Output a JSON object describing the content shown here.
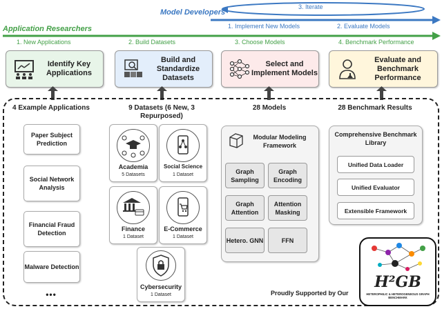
{
  "roles": {
    "developers": "Model Developers",
    "researchers": "Application Researchers"
  },
  "iterate": "3. Iterate",
  "steps": {
    "new_apps": "1. New Applications",
    "build": "2. Build Datasets",
    "choose": "3. Choose Models",
    "perf": "4. Benchmark Performance",
    "implement": "1. Implement New Models",
    "evaluate": "2. Evaluate Models"
  },
  "phases": [
    {
      "label": "Identify Key Applications",
      "color": "#e8f5e9"
    },
    {
      "label": "Build and Standardize Datasets",
      "color": "#e3eefb"
    },
    {
      "label": "Select and Implement Models",
      "color": "#fdeaea"
    },
    {
      "label": "Evaluate and Benchmark Performance",
      "color": "#fff6dc"
    }
  ],
  "applications": {
    "header": "4 Example Applications",
    "items": [
      "Paper Subject Prediction",
      "Social Network Analysis",
      "Financial Fraud Detection",
      "Malware Detection"
    ],
    "more": "•••"
  },
  "datasets": {
    "header": "9 Datasets (6 New, 3 Repurposed)",
    "items": [
      {
        "name": "Academia",
        "count": "5 Datasets"
      },
      {
        "name": "Social Science",
        "count": "1 Dataset"
      },
      {
        "name": "Finance",
        "count": "1 Dataset"
      },
      {
        "name": "E-Commerce",
        "count": "1 Dataset"
      },
      {
        "name": "Cybersecurity",
        "count": "1 Dataset"
      }
    ]
  },
  "models": {
    "header": "28 Models",
    "framework": "Modular Modeling Framework",
    "modules": [
      "Graph Sampling",
      "Graph Encoding",
      "Graph Attention",
      "Attention Masking",
      "Hetero. GNN",
      "FFN"
    ]
  },
  "benchmark": {
    "header": "28 Benchmark Results",
    "library": "Comprehensive Benchmark Library",
    "items": [
      "Unified Data Loader",
      "Unified Evaluator",
      "Extensible Framework"
    ]
  },
  "supported": "Proudly Supported by Our",
  "logo": {
    "mark": "H²GB",
    "subtitle": "HETEROPHILIC & HETEROGENEOUS GRAPH BENCHMARK"
  },
  "colors": {
    "blue": "#3b78c2",
    "green": "#43a047"
  }
}
